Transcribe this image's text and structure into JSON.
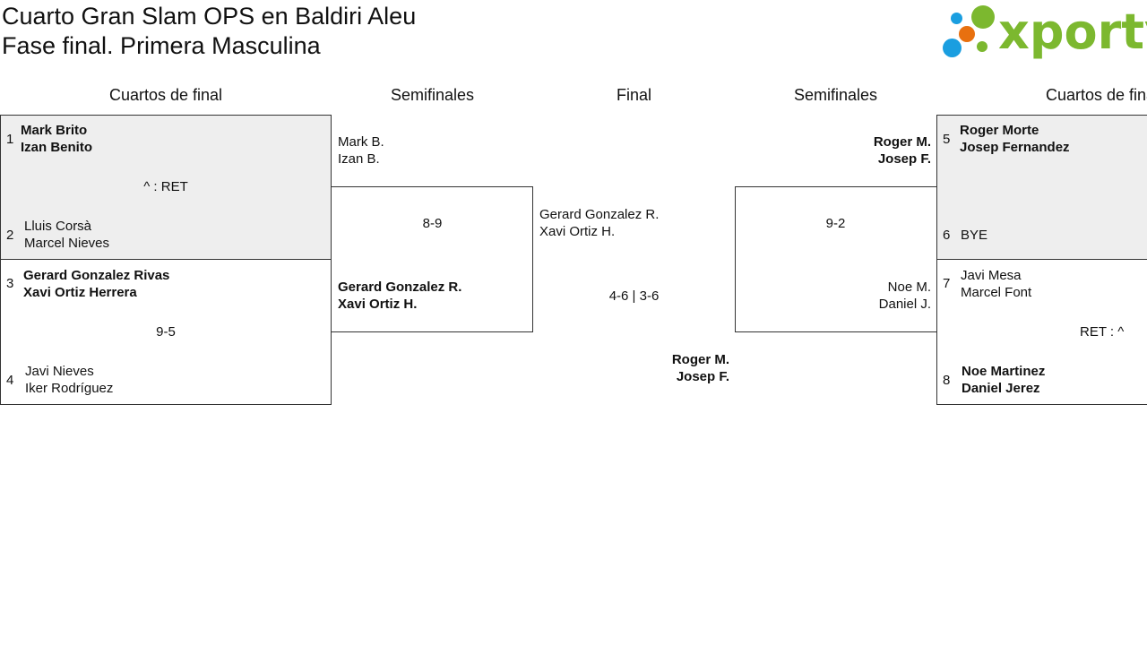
{
  "header": {
    "title_line1": "Cuarto Gran Slam OPS en Baldiri Aleu",
    "title_line2": "Fase final. Primera Masculina"
  },
  "logo": {
    "text": "xporty",
    "colors": {
      "green": "#7cb82f",
      "blue": "#1a9ee0",
      "orange": "#e8700f"
    }
  },
  "columns": {
    "left_quarter": "Cuartos de final",
    "left_semi": "Semifinales",
    "final": "Final",
    "right_semi": "Semifinales",
    "right_quarter": "Cuartos de final"
  },
  "left_quarters": {
    "match1": {
      "seed_top": "1",
      "top_line1": "Mark Brito",
      "top_line2": "Izan Benito",
      "score": "^ : RET",
      "seed_bottom": "2",
      "bottom_line1": "Lluis Corsà",
      "bottom_line2": "Marcel Nieves"
    },
    "match2": {
      "seed_top": "3",
      "top_line1": "Gerard Gonzalez Rivas",
      "top_line2": "Xavi Ortiz Herrera",
      "score": "9-5",
      "seed_bottom": "4",
      "bottom_line1": "Javi Nieves",
      "bottom_line2": "Iker Rodríguez"
    }
  },
  "left_semi": {
    "top_line1": "Mark B.",
    "top_line2": "Izan B.",
    "score": "8-9",
    "bottom_line1": "Gerard Gonzalez R.",
    "bottom_line2": "Xavi Ortiz H."
  },
  "final": {
    "top_line1": "Gerard Gonzalez R.",
    "top_line2": "Xavi Ortiz H.",
    "score": "4-6 | 3-6",
    "bottom_line1": "Roger M.",
    "bottom_line2": "Josep F."
  },
  "right_semi": {
    "top_line1": "Roger M.",
    "top_line2": "Josep F.",
    "score": "9-2",
    "bottom_line1": "Noe M.",
    "bottom_line2": "Daniel J."
  },
  "right_quarters": {
    "match1": {
      "seed_top": "5",
      "top_line1": "Roger Morte",
      "top_line2": "Josep Fernandez",
      "seed_bottom": "6",
      "bottom_line1": "BYE"
    },
    "match2": {
      "seed_top": "7",
      "top_line1": "Javi Mesa",
      "top_line2": "Marcel Font",
      "score": "RET : ^",
      "seed_bottom": "8",
      "bottom_line1": "Noe Martinez",
      "bottom_line2": "Daniel Jerez"
    }
  }
}
